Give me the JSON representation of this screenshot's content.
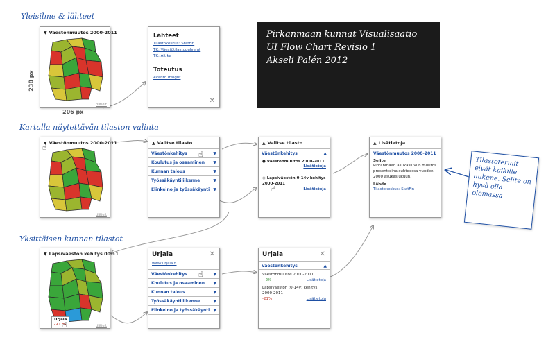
{
  "section_titles": {
    "s1": "Yleisilme & lähteet",
    "s2": "Kartalla näytettävän tilaston valinta",
    "s3": "Yksittäisen kunnan tilastot"
  },
  "blackboard": {
    "line1": "Pirkanmaan kunnat Visualisaatio",
    "line2": "UI Flow Chart Revisio 1",
    "line3": "Akseli Palén 2012"
  },
  "note": {
    "text": "Tilastotermit eivät kaikille aukene. Selite on hyvä olla olemassa"
  },
  "map1": {
    "header": "Väestönmuutos 2000-2011",
    "credit": "tilitieit",
    "width_label": "206 px",
    "height_label": "238 px"
  },
  "sources": {
    "title": "Lähteet",
    "links": [
      "Tilastokeskus: StatFin",
      "TK: Väestötilastopalvelut",
      "TK: Altika"
    ],
    "impl_title": "Toteutus",
    "impl_link": "Avanto Insight"
  },
  "map2": {
    "header": "Väestönmuutos 2000-2011",
    "credit": "tilitieit"
  },
  "select1": {
    "header": "Valitse tilasto",
    "items": [
      "Väestönkehitys",
      "Koulutus ja osaaminen",
      "Kunnan talous",
      "Työssäkäyntiliikenne",
      "Elinkeino ja työssäkäynti"
    ]
  },
  "select2": {
    "header": "Valitse tilasto",
    "group": "Väestönkehitys",
    "opt1": "Väestönmuutos 2000-2011",
    "opt2": "Lapsiväestön 0-14v kehitys 2000-2011",
    "more": "Lisätietoja"
  },
  "info": {
    "header": "Lisätietoja",
    "stat": "Väestönmuutos 2000-2011",
    "desc": "Pirkanmaan asukasluvun muutos prosentteina suhteessa vuoden 2000 asukaslukuun.",
    "source_title": "Lähde",
    "source_link": "Tilastokeskus: StatFin",
    "expl_title": "Selite"
  },
  "map3": {
    "header": "Lapsiväestön kehitys 00-11",
    "credit": "tilitieit",
    "tip_name": "Urjala",
    "tip_value": "-21 %"
  },
  "muni1": {
    "title": "Urjala",
    "link": "www.urjala.fi",
    "items": [
      "Väestönkehitys",
      "Koulutus ja osaaminen",
      "Kunnan talous",
      "Työssäkäyntiliikenne",
      "Elinkeino ja työssäkäynti"
    ]
  },
  "muni2": {
    "title": "Urjala",
    "group": "Väestönkehitys",
    "s1_label": "Väestönmuutos 2000-2011",
    "s1_value": "+2%",
    "s2_label": "Lapsiväestön (0-14v) kehitys 2000-2011",
    "s2_value": "-21%",
    "more": "Lisätietoja"
  },
  "colors": {
    "green": "#3aa63a",
    "olive": "#9bb52f",
    "yellow": "#d8c63a",
    "red": "#d8342b",
    "ink": "#1e4fa3"
  }
}
